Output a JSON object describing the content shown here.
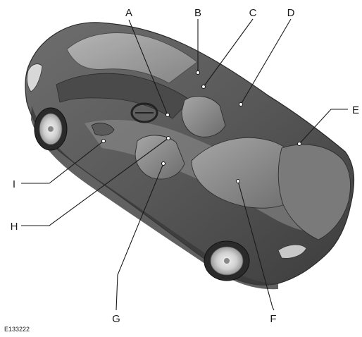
{
  "diagram": {
    "code": "E133222",
    "callouts": [
      {
        "id": "A",
        "label": "A"
      },
      {
        "id": "B",
        "label": "B"
      },
      {
        "id": "C",
        "label": "C"
      },
      {
        "id": "D",
        "label": "D"
      },
      {
        "id": "E",
        "label": "E"
      },
      {
        "id": "F",
        "label": "F"
      },
      {
        "id": "G",
        "label": "G"
      },
      {
        "id": "H",
        "label": "H"
      },
      {
        "id": "I",
        "label": "I"
      }
    ]
  }
}
